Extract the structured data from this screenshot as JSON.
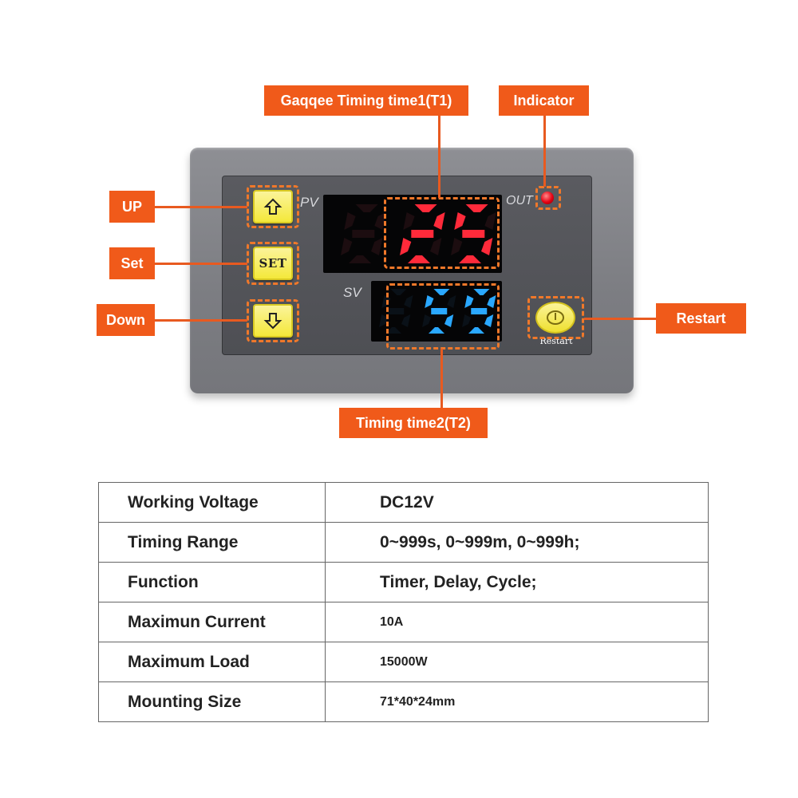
{
  "callouts": {
    "t1": "Gaqqee Timing time1(T1)",
    "indicator": "Indicator",
    "up": "UP",
    "set": "Set",
    "down": "Down",
    "restart": "Restart",
    "t2": "Timing time2(T2)"
  },
  "panel": {
    "pv_label": "PV",
    "sv_label": "SV",
    "out_label": "OUT",
    "set_button_label": "SET",
    "restart_button_label": "Restart",
    "pv_digits": "25",
    "sv_digits": "59",
    "pv_color": "#ff2a3a",
    "sv_color": "#2aa8ff",
    "indicator_color": "#e60012",
    "button_color": "#f4e83a",
    "accent_color": "#f05a1a"
  },
  "specs": [
    {
      "label": "Working Voltage",
      "value": "DC12V"
    },
    {
      "label": "Timing Range",
      "value": "0~999s, 0~999m, 0~999h;"
    },
    {
      "label": "Function",
      "value": "Timer, Delay, Cycle;"
    },
    {
      "label": "Maximun Current",
      "value": "10A"
    },
    {
      "label": "Maximum Load",
      "value": "15000W"
    },
    {
      "label": "Mounting Size",
      "value": "71*40*24mm"
    }
  ]
}
